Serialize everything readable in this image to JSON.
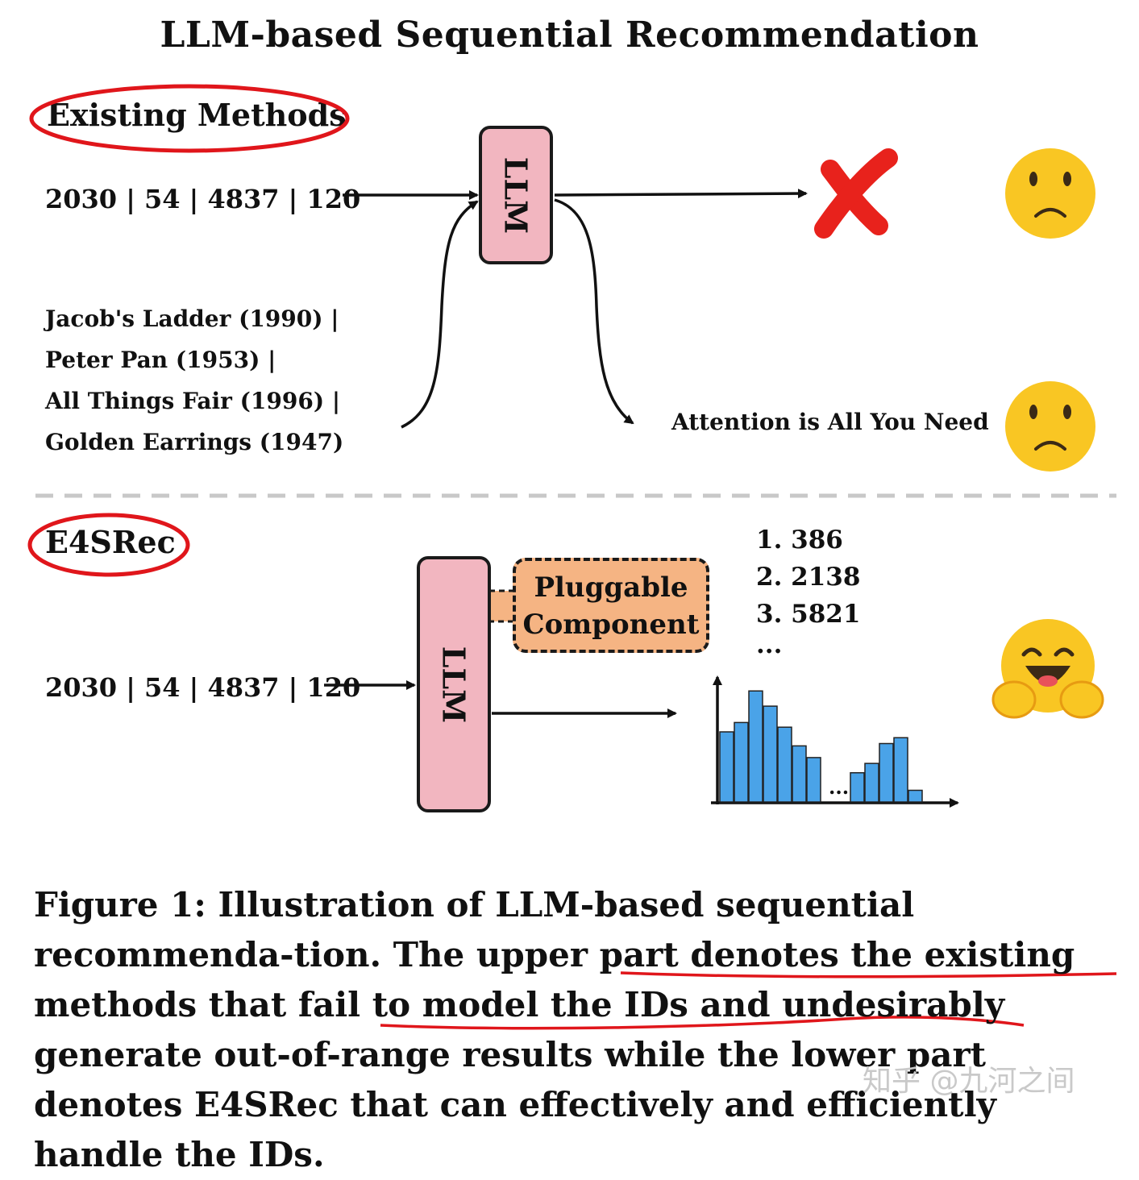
{
  "title": "LLM-based Sequential Recommendation",
  "existing": {
    "label": "Existing Methods",
    "id_sequence": "2030 | 54 | 4837 | 120",
    "llm_label": "LLM",
    "title_lines": [
      "Jacob's Ladder (1990) |",
      "Peter Pan (1953) |",
      "All Things Fair (1996) |",
      "Golden Earrings (1947)"
    ],
    "output_text": "Attention is All You Need",
    "fail_icon": "red-x-icon",
    "face_icon": "sad-face-icon"
  },
  "e4srec": {
    "label": "E4SRec",
    "id_sequence": "2030 | 54 | 4837 | 120",
    "llm_label": "LLM",
    "pluggable_line1": "Pluggable",
    "pluggable_line2": "Component",
    "rank_list": [
      "1. 386",
      "2. 2138",
      "3. 5821",
      "..."
    ],
    "hist_ellipsis": "...",
    "hist_values": [
      0.6,
      0.68,
      0.95,
      0.82,
      0.64,
      0.48,
      0.38,
      0,
      0,
      0.25,
      0.33,
      0.5,
      0.55,
      0.1
    ],
    "face_icon": "hugging-face-icon"
  },
  "caption": {
    "text_a": "Figure 1: Illustration of LLM-based sequential recommenda-tion. The upper part denotes the ",
    "text_b": "existing methods that fail to",
    "text_c": " model the IDs and ",
    "text_d": "undesirably generate out-of-range",
    "text_e": " results while the lower part denotes E4SRec that can effectively and efficiently handle the IDs."
  },
  "watermark": "知乎 @九河之间",
  "colors": {
    "llm_fill": "#f2b6c0",
    "pluggable_fill": "#f5b483",
    "bar_fill": "#4aa3e8",
    "annotation_red": "#e0161b",
    "face_yellow": "#f9c623"
  }
}
